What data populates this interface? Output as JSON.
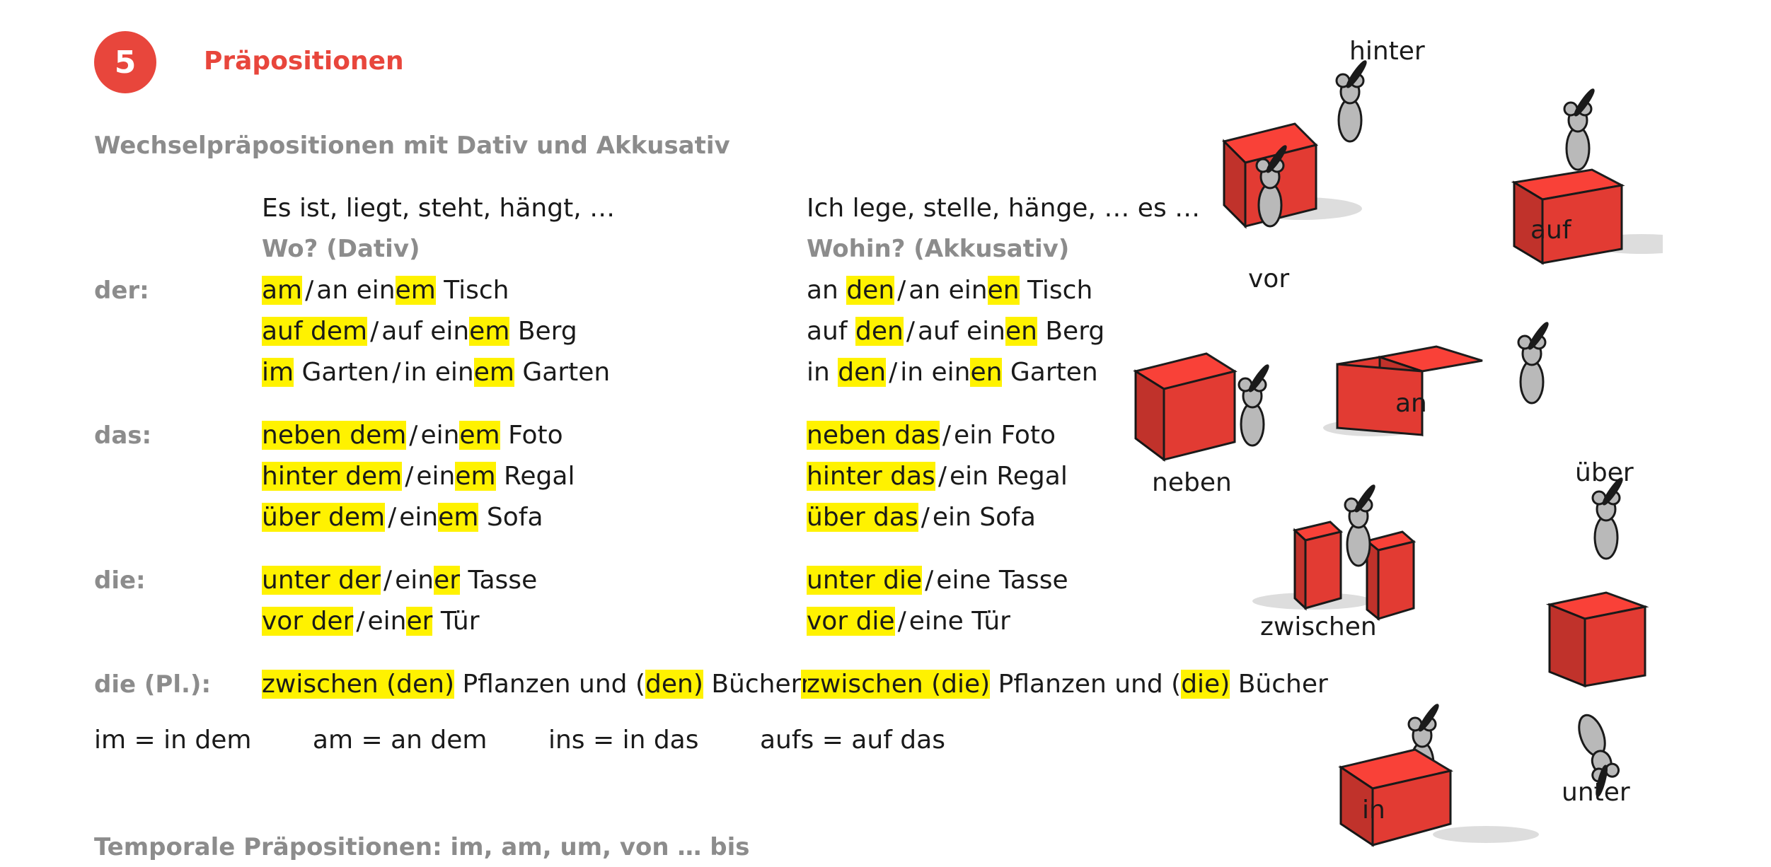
{
  "header": {
    "number": "5",
    "title": "Präpositionen"
  },
  "section1": {
    "heading": "Wechselpräpositionen mit Dativ und Akkusativ"
  },
  "columns": {
    "dativ_verbs": "Es ist, liegt, steht, hängt, …",
    "dativ_question": "Wo? (Dativ)",
    "akk_verbs": "Ich lege, stelle, hänge, … es …",
    "akk_question": "Wohin? (Akkusativ)"
  },
  "labels": {
    "der": "der:",
    "das": "das:",
    "die": "die:",
    "pl": "die (Pl.):"
  },
  "dativ": {
    "r1": {
      "a": "am",
      "s": "/",
      "b": "an ein",
      "c": "em",
      "d": " Tisch"
    },
    "r2": {
      "a": "auf dem",
      "s": "/",
      "b": "auf ein",
      "c": "em",
      "d": " Berg"
    },
    "r3": {
      "a": "im",
      "b": " Garten",
      "s": "/",
      "c": "in ein",
      "d": "em",
      "e": " Garten"
    },
    "r4": {
      "a": "neben dem",
      "s": "/",
      "b": "ein",
      "c": "em",
      "d": " Foto"
    },
    "r5": {
      "a": "hinter dem",
      "s": "/",
      "b": "ein",
      "c": "em",
      "d": " Regal"
    },
    "r6": {
      "a": "über dem",
      "s": "/",
      "b": "ein",
      "c": "em",
      "d": " Sofa"
    },
    "r7": {
      "a": "unter der",
      "s": "/",
      "b": "ein",
      "c": "er",
      "d": " Tasse"
    },
    "r8": {
      "a": "vor der",
      "s": "/",
      "b": "ein",
      "c": "er",
      "d": " Tür"
    },
    "r9": {
      "a": "zwischen (den)",
      "b": " Pflanzen und (",
      "c": "den)",
      "d": " Bücher",
      "e": "n"
    }
  },
  "akk": {
    "r1": {
      "a": "an ",
      "b": "den",
      "s": "/",
      "c": "an ein",
      "d": "en",
      "e": " Tisch"
    },
    "r2": {
      "a": "auf ",
      "b": "den",
      "s": "/",
      "c": "auf ein",
      "d": "en",
      "e": " Berg"
    },
    "r3": {
      "a": "in ",
      "b": "den",
      "s": "/",
      "c": "in ein",
      "d": "en",
      "e": " Garten"
    },
    "r4": {
      "a": "neben das",
      "s": "/",
      "b": "ein Foto"
    },
    "r5": {
      "a": "hinter das",
      "s": "/",
      "b": "ein Regal"
    },
    "r6": {
      "a": "über das",
      "s": "/",
      "b": "ein Sofa"
    },
    "r7": {
      "a": "unter die",
      "s": "/",
      "b": "eine Tasse"
    },
    "r8": {
      "a": "vor die",
      "s": "/",
      "b": "eine Tür"
    },
    "r9": {
      "a": "zwischen (die)",
      "b": " Pflanzen und (",
      "c": "die)",
      "d": " Bücher"
    }
  },
  "contractions": [
    "im = in dem",
    "am = an dem",
    "ins = in das",
    "aufs = auf das"
  ],
  "section2": {
    "heading": "Temporale Präpositionen: im, am, um, von … bis"
  },
  "illustration": {
    "hinter": "hinter",
    "vor": "vor",
    "auf": "auf",
    "neben": "neben",
    "an": "an",
    "ueber": "über",
    "zwischen": "zwischen",
    "unter": "unter",
    "in": "in",
    "box_color": "#e23b33",
    "mouse_color": "#b9b9b9",
    "shadow_color": "#cfcfcf"
  }
}
